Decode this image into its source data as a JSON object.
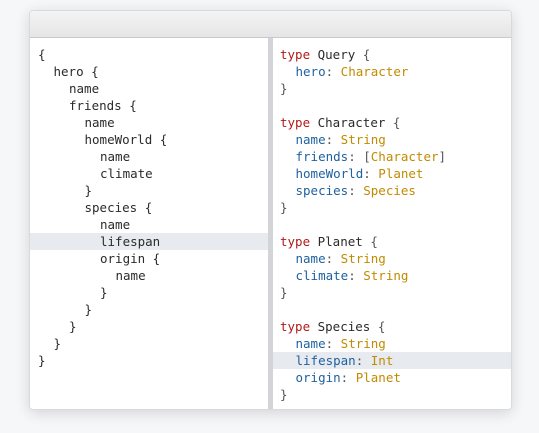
{
  "query_lines": [
    {
      "indent": 0,
      "text": "{"
    },
    {
      "indent": 1,
      "text": "hero {"
    },
    {
      "indent": 2,
      "text": "name"
    },
    {
      "indent": 2,
      "text": "friends {"
    },
    {
      "indent": 3,
      "text": "name"
    },
    {
      "indent": 3,
      "text": "homeWorld {"
    },
    {
      "indent": 4,
      "text": "name"
    },
    {
      "indent": 4,
      "text": "climate"
    },
    {
      "indent": 3,
      "text": "}"
    },
    {
      "indent": 3,
      "text": "species {"
    },
    {
      "indent": 4,
      "text": "name"
    },
    {
      "indent": 4,
      "text": "lifespan",
      "highlighted": true
    },
    {
      "indent": 4,
      "text": "origin {"
    },
    {
      "indent": 5,
      "text": "name"
    },
    {
      "indent": 4,
      "text": "}"
    },
    {
      "indent": 3,
      "text": "}"
    },
    {
      "indent": 2,
      "text": "}"
    },
    {
      "indent": 1,
      "text": "}"
    },
    {
      "indent": 0,
      "text": "}"
    }
  ],
  "schema_lines": [
    {
      "tokens": [
        {
          "t": "type",
          "c": "keyword"
        },
        {
          "t": " Query ",
          "c": "name"
        },
        {
          "t": "{",
          "c": "punct"
        }
      ]
    },
    {
      "indent": 1,
      "tokens": [
        {
          "t": "hero",
          "c": "field"
        },
        {
          "t": ": ",
          "c": "punct"
        },
        {
          "t": "Character",
          "c": "type"
        }
      ]
    },
    {
      "tokens": [
        {
          "t": "}",
          "c": "punct"
        }
      ]
    },
    {
      "tokens": []
    },
    {
      "tokens": [
        {
          "t": "type",
          "c": "keyword"
        },
        {
          "t": " Character ",
          "c": "name"
        },
        {
          "t": "{",
          "c": "punct"
        }
      ]
    },
    {
      "indent": 1,
      "tokens": [
        {
          "t": "name",
          "c": "field"
        },
        {
          "t": ": ",
          "c": "punct"
        },
        {
          "t": "String",
          "c": "type"
        }
      ]
    },
    {
      "indent": 1,
      "tokens": [
        {
          "t": "friends",
          "c": "field"
        },
        {
          "t": ": [",
          "c": "punct"
        },
        {
          "t": "Character",
          "c": "type"
        },
        {
          "t": "]",
          "c": "punct"
        }
      ]
    },
    {
      "indent": 1,
      "tokens": [
        {
          "t": "homeWorld",
          "c": "field"
        },
        {
          "t": ": ",
          "c": "punct"
        },
        {
          "t": "Planet",
          "c": "type"
        }
      ]
    },
    {
      "indent": 1,
      "tokens": [
        {
          "t": "species",
          "c": "field"
        },
        {
          "t": ": ",
          "c": "punct"
        },
        {
          "t": "Species",
          "c": "type"
        }
      ]
    },
    {
      "tokens": [
        {
          "t": "}",
          "c": "punct"
        }
      ]
    },
    {
      "tokens": []
    },
    {
      "tokens": [
        {
          "t": "type",
          "c": "keyword"
        },
        {
          "t": " Planet ",
          "c": "name"
        },
        {
          "t": "{",
          "c": "punct"
        }
      ]
    },
    {
      "indent": 1,
      "tokens": [
        {
          "t": "name",
          "c": "field"
        },
        {
          "t": ": ",
          "c": "punct"
        },
        {
          "t": "String",
          "c": "type"
        }
      ]
    },
    {
      "indent": 1,
      "tokens": [
        {
          "t": "climate",
          "c": "field"
        },
        {
          "t": ": ",
          "c": "punct"
        },
        {
          "t": "String",
          "c": "type"
        }
      ]
    },
    {
      "tokens": [
        {
          "t": "}",
          "c": "punct"
        }
      ]
    },
    {
      "tokens": []
    },
    {
      "tokens": [
        {
          "t": "type",
          "c": "keyword"
        },
        {
          "t": " Species ",
          "c": "name"
        },
        {
          "t": "{",
          "c": "punct"
        }
      ]
    },
    {
      "indent": 1,
      "tokens": [
        {
          "t": "name",
          "c": "field"
        },
        {
          "t": ": ",
          "c": "punct"
        },
        {
          "t": "String",
          "c": "type"
        }
      ]
    },
    {
      "indent": 1,
      "highlighted": true,
      "tokens": [
        {
          "t": "lifespan",
          "c": "field"
        },
        {
          "t": ": ",
          "c": "punct"
        },
        {
          "t": "Int",
          "c": "type"
        }
      ]
    },
    {
      "indent": 1,
      "tokens": [
        {
          "t": "origin",
          "c": "field"
        },
        {
          "t": ": ",
          "c": "punct"
        },
        {
          "t": "Planet",
          "c": "type"
        }
      ]
    },
    {
      "tokens": [
        {
          "t": "}",
          "c": "punct"
        }
      ]
    }
  ],
  "colors": {
    "keyword": "#b11a1a",
    "type": "#c08b00",
    "field": "#1f61a0",
    "highlight": "#e7eaee"
  }
}
